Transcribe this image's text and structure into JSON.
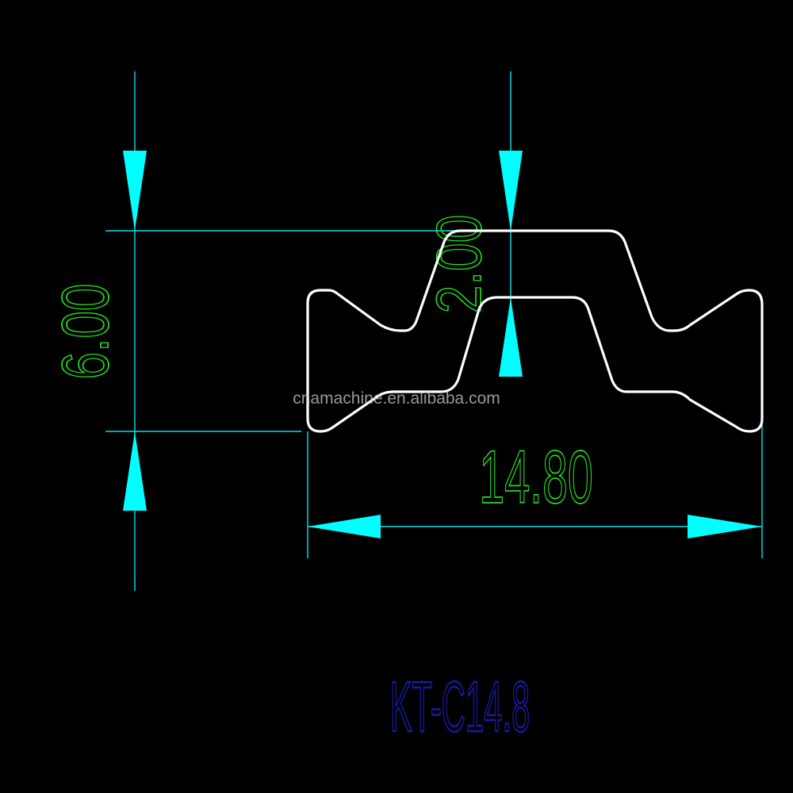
{
  "drawing": {
    "dimensions": {
      "height_total": "6.00",
      "step_height": "2.00",
      "width_total": "14.80"
    },
    "watermark": "cnamachine.en.alibaba.com",
    "part_code": "KT-C14.8",
    "colors": {
      "background": "#000000",
      "dimension_lines": "#00e5ee",
      "arrows": "#00ffff",
      "profile": "#ffffff",
      "dimension_text": "#22dd22",
      "part_code": "#1a1aa8"
    }
  }
}
